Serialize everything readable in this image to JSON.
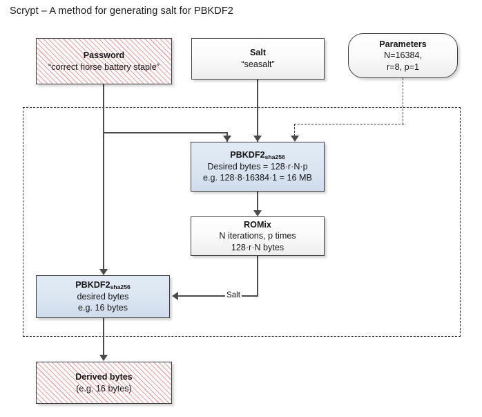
{
  "title": "Scrypt – A method for generating salt for PBKDF2",
  "colors": {
    "hatch_stripe": "#f4a0a0",
    "blue_fill": "#dbe5f1",
    "grey_fill": "#eeeeee",
    "line": "#4a4a4a",
    "frame_dash": "#2f2f2f",
    "text": "#151515"
  },
  "nodes": {
    "password": {
      "title": "Password",
      "line2": "“correct horse battery staple”",
      "style": "hatched"
    },
    "salt": {
      "title": "Salt",
      "line2": "“seasalt”",
      "style": "grey"
    },
    "parameters": {
      "title": "Parameters",
      "line2": "N=16384,",
      "line3": "r=8, p=1",
      "style": "rounded"
    },
    "pbkdf2_first": {
      "title": "PBKDF2",
      "subscript": "sha256",
      "line2": "Desired bytes = 128·r·N·p",
      "line3": "e.g. 128·8·16384·1 = 16 MB",
      "style": "blue"
    },
    "romix": {
      "title": "ROMix",
      "line2": "N iterations, p times",
      "line3": "128·r·N bytes",
      "style": "grey"
    },
    "pbkdf2_second": {
      "title": "PBKDF2",
      "subscript": "sha256",
      "line2": "desired bytes",
      "line3": "e.g. 16 bytes",
      "style": "blue"
    },
    "derived": {
      "title": "Derived bytes",
      "line2": "(e.g. 16 bytes)",
      "style": "hatched"
    }
  },
  "edges": {
    "salt_feedback_label": "Salt"
  }
}
